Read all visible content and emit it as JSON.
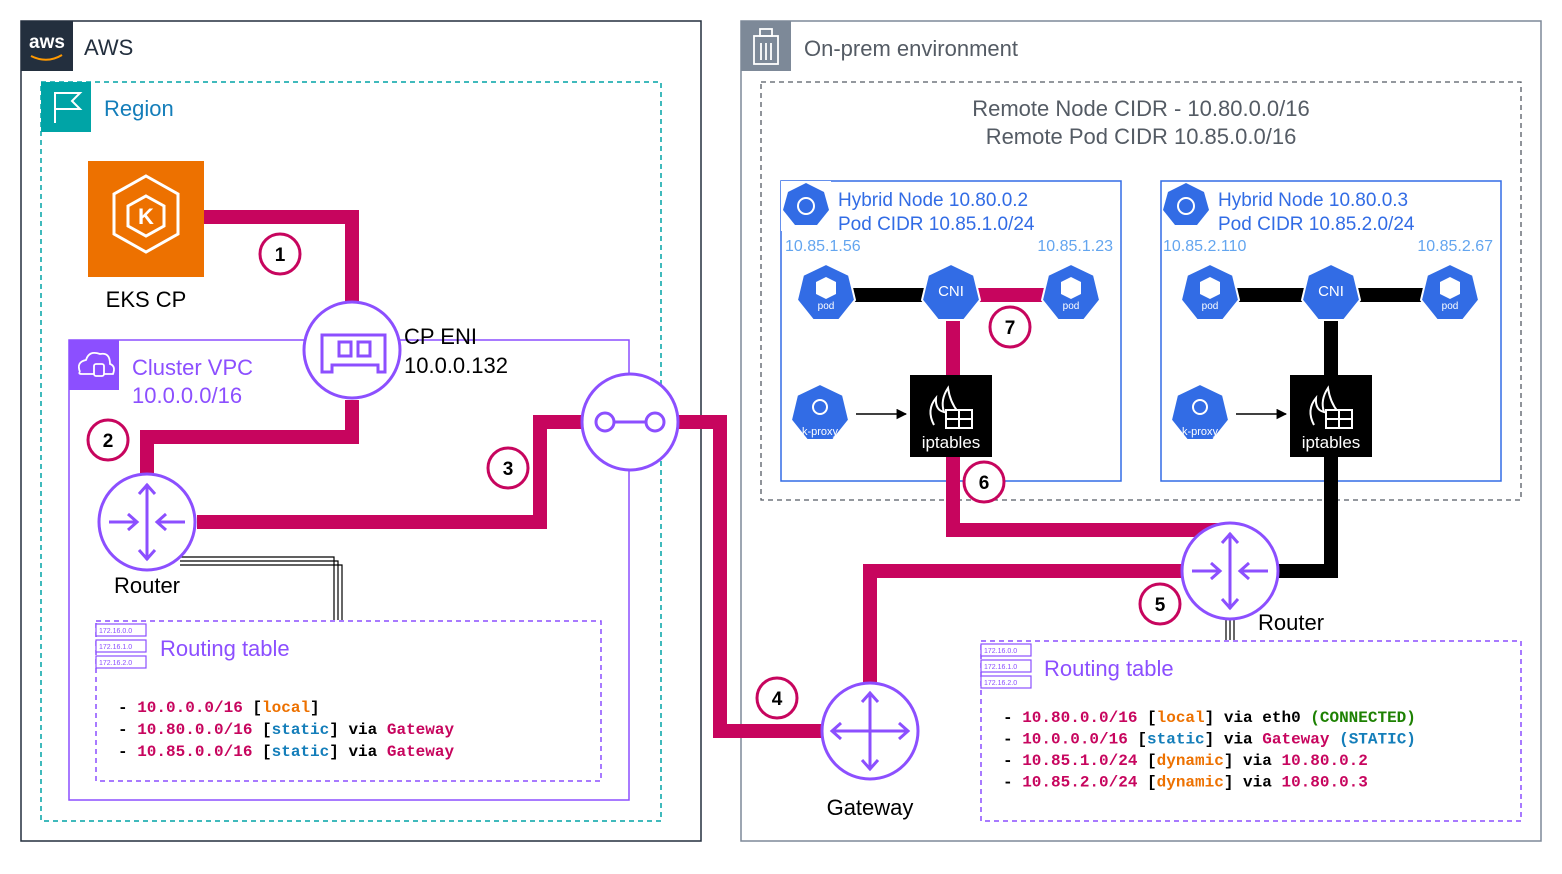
{
  "colors": {
    "traffic": "#c7055e",
    "aws_border": "#232f3e",
    "region": "#00a4a6",
    "vpc": "#8c4fff",
    "onprem": "#7d8998",
    "k8s": "#326ce5",
    "eks": "#ed7100",
    "pod_ip": "#63a5ef",
    "routing": "#8c4fff",
    "rt_ip": "#c7055e",
    "rt_local": "#ed7100",
    "rt_static": "#147eba",
    "rt_connected": "#1d8102"
  },
  "aws": {
    "logo_text": "aws",
    "title": "AWS"
  },
  "region": {
    "title": "Region"
  },
  "eks": {
    "label": "EKS CP",
    "icon_letter": "K"
  },
  "vpc": {
    "title": "Cluster VPC",
    "cidr": "10.0.0.0/16"
  },
  "eni": {
    "label": "CP ENI",
    "ip": "10.0.0.132"
  },
  "aws_router": {
    "label": "Router"
  },
  "onprem": {
    "title": "On-prem environment",
    "remote_node_cidr": "Remote Node CIDR - 10.80.0.0/16",
    "remote_pod_cidr": "Remote Pod CIDR 10.85.0.0/16"
  },
  "nodes": [
    {
      "name": "Hybrid Node 10.80.0.2",
      "pod_cidr": "Pod CIDR 10.85.1.0/24",
      "pod_left_ip": "10.85.1.56",
      "pod_right_ip": "10.85.1.23"
    },
    {
      "name": "Hybrid Node 10.80.0.3",
      "pod_cidr": "Pod CIDR 10.85.2.0/24",
      "pod_left_ip": "10.85.2.110",
      "pod_right_ip": "10.85.2.67"
    }
  ],
  "k8s_labels": {
    "pod": "pod",
    "cni": "CNI",
    "kproxy": "k-proxy",
    "iptables": "iptables"
  },
  "onprem_router": {
    "label": "Router"
  },
  "gateway": {
    "label": "Gateway"
  },
  "steps": [
    "1",
    "2",
    "3",
    "4",
    "5",
    "6",
    "7"
  ],
  "rt_icon_text": [
    "172.16.0.0",
    "172.16.1.0",
    "172.16.2.0"
  ],
  "aws_routing_table": {
    "title": "Routing table",
    "entries": [
      {
        "prefix": "- ",
        "ip": "10.0.0.0/16",
        "type": "local",
        "via": "",
        "target": ""
      },
      {
        "prefix": "- ",
        "ip": "10.80.0.0/16",
        "type": "static",
        "via": " via ",
        "target": "Gateway"
      },
      {
        "prefix": "- ",
        "ip": "10.85.0.0/16",
        "type": "static",
        "via": " via ",
        "target": "Gateway"
      }
    ]
  },
  "onprem_routing_table": {
    "title": "Routing table",
    "entries": [
      {
        "prefix": "- ",
        "ip": "10.80.0.0/16",
        "type": "local",
        "via": " via eth0 ",
        "target": "(CONNECTED)"
      },
      {
        "prefix": "- ",
        "ip": "10.0.0.0/16",
        "type": "static",
        "via": " via ",
        "target": "Gateway (STATIC)"
      },
      {
        "prefix": "- ",
        "ip": "10.85.1.0/24",
        "type": "dynamic",
        "via": " via ",
        "target": "10.80.0.2"
      },
      {
        "prefix": "- ",
        "ip": "10.85.2.0/24",
        "type": "dynamic",
        "via": " via ",
        "target": "10.80.0.3"
      }
    ]
  }
}
